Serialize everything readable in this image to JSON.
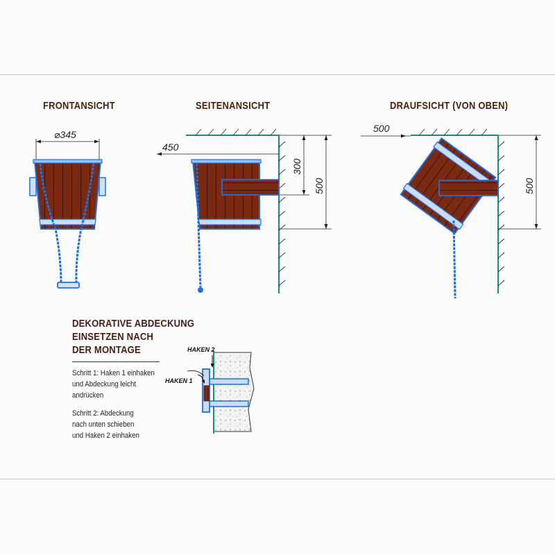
{
  "views": {
    "front": {
      "title": "FRONTANSICHT",
      "diameter_label": "⌀345"
    },
    "side": {
      "title": "SEITENANSICHT",
      "dim_depth": "450",
      "dim_upper": "300",
      "dim_total": "500"
    },
    "top": {
      "title": "DRAUFSICHT (VON OBEN)",
      "dim_depth": "500",
      "dim_total": "500"
    }
  },
  "decorative": {
    "title_lines": [
      "DEKORATIVE ABDECKUNG",
      "EINSETZEN NACH",
      "DER MONTAGE"
    ],
    "step1_lines": [
      "Schritt 1: Haken 1 einhaken",
      "und Abdeckung leicht",
      "andrücken"
    ],
    "step2_lines": [
      "Schritt 2: Abdeckung",
      "nach unten schieben",
      "und Haken 2 einhaken"
    ],
    "hook1": "HAKEN 1",
    "hook2": "HAKEN 2"
  },
  "colors": {
    "wood": "#7a2a10",
    "metal": "#1f6fe0",
    "wall": "#1a8a86",
    "title": "#4a1d10"
  }
}
